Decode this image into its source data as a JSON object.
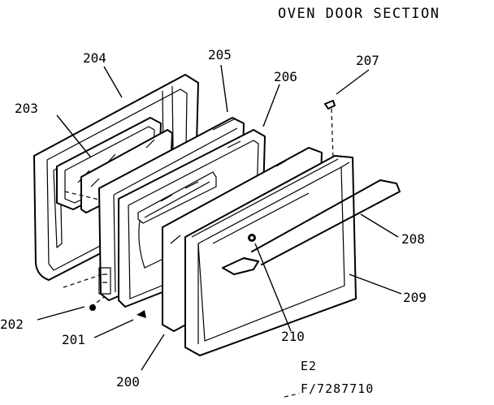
{
  "title": "OVEN DOOR SECTION",
  "callouts": {
    "p200": "200",
    "p201": "201",
    "p202": "202",
    "p203": "203",
    "p204": "204",
    "p205": "205",
    "p206": "206",
    "p207": "207",
    "p208": "208",
    "p209": "209",
    "p210": "210"
  },
  "codes": {
    "line1": "E2",
    "line2": "F/7287710"
  }
}
